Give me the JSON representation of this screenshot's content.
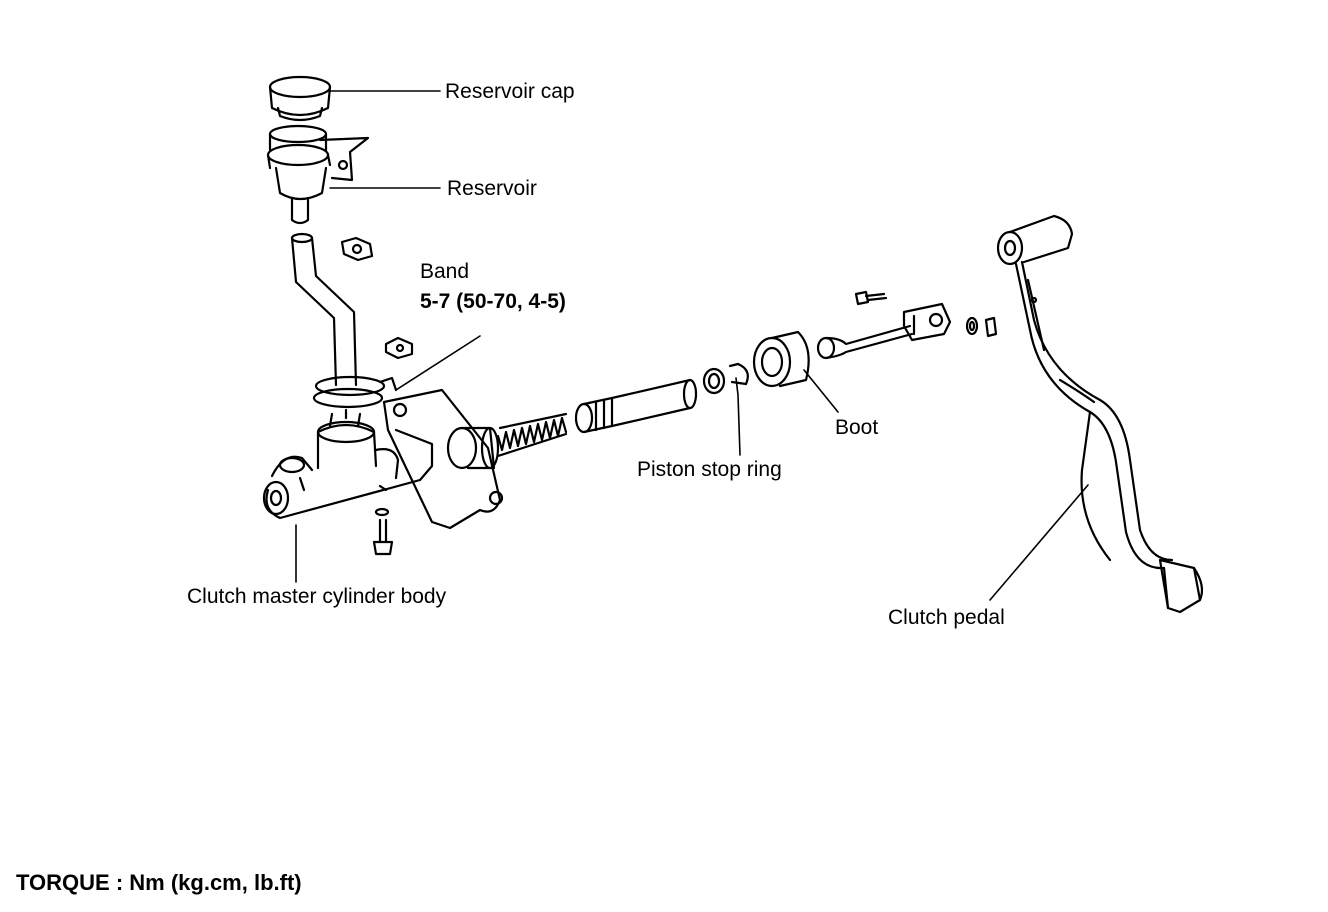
{
  "labels": {
    "reservoir_cap": "Reservoir cap",
    "reservoir": "Reservoir",
    "band": "Band",
    "band_torque": "5-7 (50-70, 4-5)",
    "boot": "Boot",
    "piston_stop_ring": "Piston stop ring",
    "clutch_master_cylinder_body": "Clutch master cylinder  body",
    "clutch_pedal": "Clutch pedal"
  },
  "footer": {
    "torque_units": "TORQUE : Nm (kg.cm, lb.ft)"
  }
}
